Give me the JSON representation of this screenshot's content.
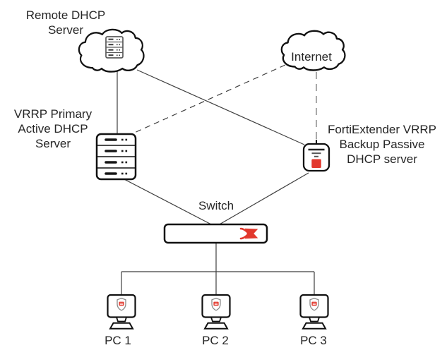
{
  "diagram": {
    "labels": {
      "remote_dhcp_server": "Remote DHCP\nServer",
      "internet": "Internet",
      "vrrp_primary": "VRRP Primary\nActive DHCP\nServer",
      "fortiextender": "FortiExtender VRRP\nBackup Passive\nDHCP server",
      "switch": "Switch",
      "pc1": "PC 1",
      "pc2": "PC 2",
      "pc3": "PC 3"
    },
    "icons": {
      "remote_dhcp_server": "cloud-with-server-rack-icon",
      "internet": "cloud-icon",
      "vrrp_primary": "server-stack-icon",
      "fortiextender": "fortiextender-device-icon",
      "switch": "switch-crossed-arrows-icon",
      "pcs": "monitor-with-shield-icon"
    },
    "colors": {
      "accent_red": "#e2382d",
      "line": "#3f3f3f",
      "dashed_gray": "#9b9b9b",
      "outline": "#111111",
      "shield_gray": "#8a8a8a",
      "text": "#262626"
    },
    "edges": [
      {
        "from": "remote_dhcp_server",
        "to": "vrrp_primary",
        "style": "solid"
      },
      {
        "from": "remote_dhcp_server",
        "to": "fortiextender",
        "style": "solid"
      },
      {
        "from": "internet",
        "to": "vrrp_primary",
        "style": "dashed"
      },
      {
        "from": "internet",
        "to": "fortiextender",
        "style": "dashed-gray"
      },
      {
        "from": "vrrp_primary",
        "to": "switch",
        "style": "solid"
      },
      {
        "from": "fortiextender",
        "to": "switch",
        "style": "solid"
      },
      {
        "from": "switch",
        "to": "pc1",
        "style": "solid"
      },
      {
        "from": "switch",
        "to": "pc2",
        "style": "solid"
      },
      {
        "from": "switch",
        "to": "pc3",
        "style": "solid"
      }
    ]
  }
}
